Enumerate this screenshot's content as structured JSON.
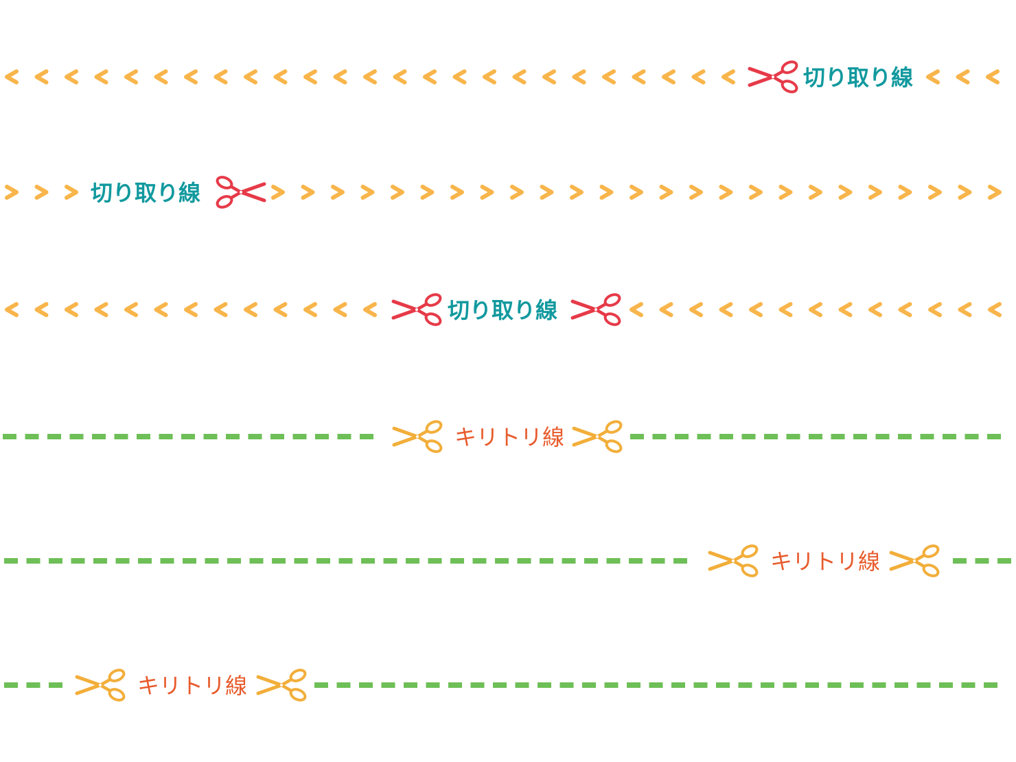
{
  "colors": {
    "chevron": "#f8b54b",
    "scissors_red": "#e63a48",
    "scissors_orange": "#f2ae3a",
    "teal_text": "#11999e",
    "orange_text": "#e85b2c",
    "dash": "#6ebf57",
    "background": "#ffffff"
  },
  "lines": [
    {
      "style": "chevron",
      "direction": "left",
      "label": "切り取り線",
      "icons": [
        "scissors-icon"
      ]
    },
    {
      "style": "chevron",
      "direction": "right",
      "label": "切り取り線",
      "icons": [
        "scissors-icon"
      ]
    },
    {
      "style": "chevron",
      "direction": "left",
      "label": "切り取り線",
      "icons": [
        "scissors-icon",
        "scissors-icon"
      ]
    },
    {
      "style": "dashed",
      "label": "キリトリ線",
      "icons": [
        "scissors-icon",
        "scissors-icon"
      ]
    },
    {
      "style": "dashed",
      "label": "キリトリ線",
      "icons": [
        "scissors-icon",
        "scissors-icon"
      ]
    },
    {
      "style": "dashed",
      "label": "キリトリ線",
      "icons": [
        "scissors-icon",
        "scissors-icon"
      ]
    }
  ]
}
